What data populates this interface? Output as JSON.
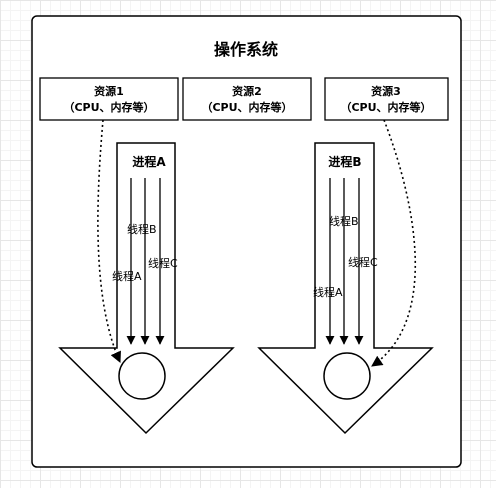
{
  "os": {
    "title": "操作系统"
  },
  "resources": [
    {
      "name": "资源1",
      "detail": "（CPU、内存等）"
    },
    {
      "name": "资源2",
      "detail": "（CPU、内存等）"
    },
    {
      "name": "资源3",
      "detail": "（CPU、内存等）"
    }
  ],
  "processes": [
    {
      "name": "进程A",
      "threads": {
        "a": "线程A",
        "b": "线程B",
        "c": "线程C"
      }
    },
    {
      "name": "进程B",
      "threads": {
        "a": "线程A",
        "b": "线程B",
        "c": "线程C"
      }
    }
  ],
  "colors": {
    "stroke": "#000000",
    "box_fill": "#ffffff"
  }
}
